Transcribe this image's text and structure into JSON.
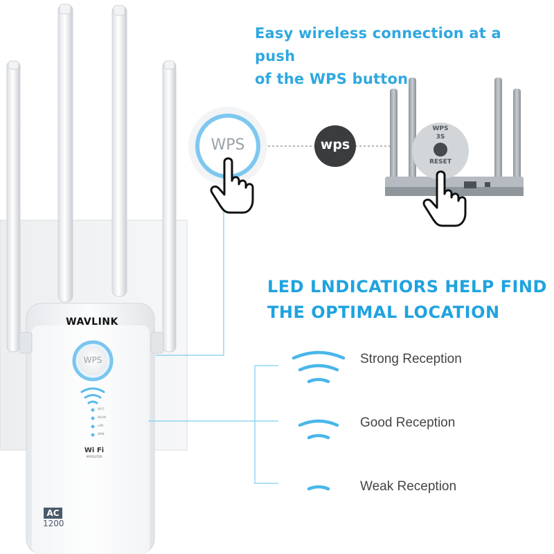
{
  "headline_wps": [
    "Easy wireless connection at a push",
    "of the WPS button"
  ],
  "headline_led": [
    "LED LNDICATIORS HELP FIND",
    "THE OPTIMAL LOCATION"
  ],
  "wps_button_text": "WPS",
  "wps_bubble_text": "wps",
  "router_sticker": [
    "WPS",
    "3S",
    "RESET"
  ],
  "brand": "WAVLINK",
  "device_led_labels": [
    "Wi-Fi",
    "WLAN",
    "LAN",
    "WAN"
  ],
  "wifi_badge": [
    "Wi",
    "Fi"
  ],
  "wifi_badge_sub": "AP/ROUTER",
  "ac_badge": "AC",
  "ac_model": "1200",
  "signal_levels": [
    {
      "label": "Strong Reception",
      "arcs": 3
    },
    {
      "label": "Good Reception",
      "arcs": 2
    },
    {
      "label": "Weak Reception",
      "arcs": 1
    }
  ],
  "colors": {
    "accent": "#2fa8e0",
    "signal": "#49b6ea",
    "device": "#f4f6f8"
  }
}
